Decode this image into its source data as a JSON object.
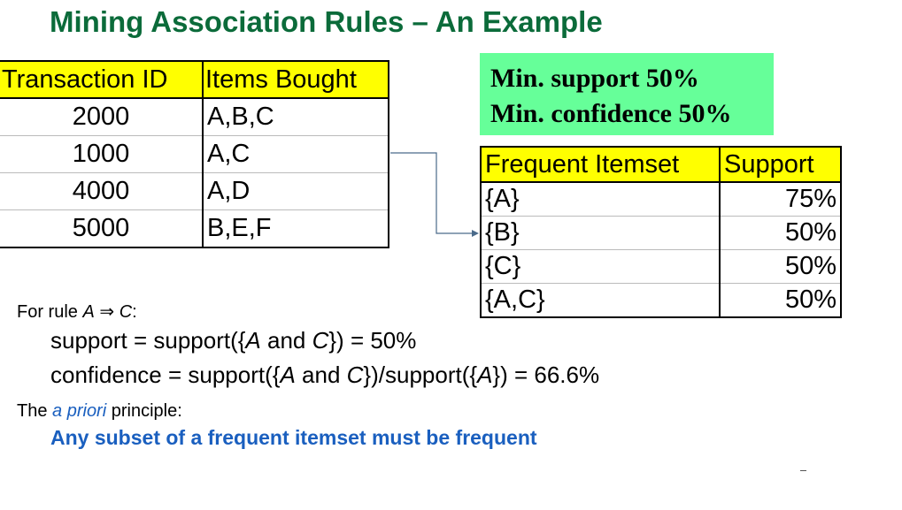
{
  "title": "Mining Association Rules – An Example",
  "transactions": {
    "headers": [
      "Transaction ID",
      "Items Bought"
    ],
    "rows": [
      [
        "2000",
        "A,B,C"
      ],
      [
        "1000",
        "A,C"
      ],
      [
        "4000",
        "A,D"
      ],
      [
        "5000",
        "B,E,F"
      ]
    ]
  },
  "thresholds": {
    "min_support": "Min. support 50%",
    "min_confidence": "Min. confidence 50%",
    "color": "#66ff99"
  },
  "frequent_itemsets": {
    "headers": [
      "Frequent Itemset",
      "Support"
    ],
    "rows": [
      [
        "{A}",
        "75%"
      ],
      [
        "{B}",
        "50%"
      ],
      [
        "{C}",
        "50%"
      ],
      [
        "{A,C}",
        "50%"
      ]
    ]
  },
  "rule": {
    "prefix": "For rule ",
    "antecedent": "A",
    "implies": "⇒",
    "consequent": "C",
    "suffix": ":",
    "support_pre": "support = support({",
    "support_a": "A",
    "support_and": " and ",
    "support_c": "C",
    "support_post": "}) = 50%",
    "conf_pre": "confidence = support({",
    "conf_a": "A",
    "conf_and": " and ",
    "conf_c": "C",
    "conf_mid": "})/support({",
    "conf_a2": "A",
    "conf_post": "}) = 66.6%"
  },
  "apriori": {
    "the": "The ",
    "term": "a priori",
    "rest": " principle:",
    "principle": "Any subset of a frequent itemset must be frequent"
  },
  "colors": {
    "title": "#0b6b3a",
    "header_fill": "#ffff00",
    "accent_blue": "#1a5fbf"
  }
}
